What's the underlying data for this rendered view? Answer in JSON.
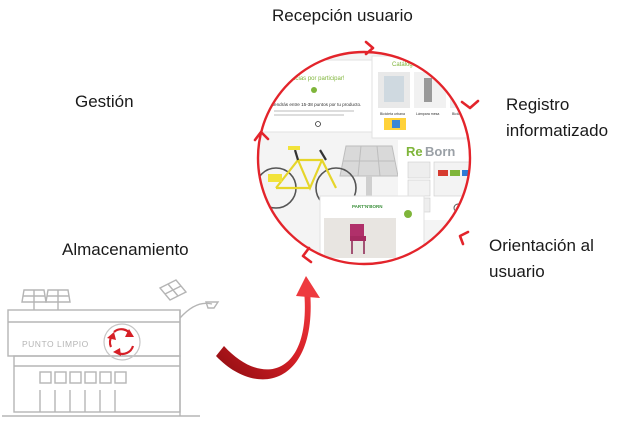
{
  "diagram": {
    "stages": {
      "recepcion": "Recepción usuario",
      "registro_line1": "Registro",
      "registro_line2": "informatizado",
      "orientacion_line1": "Orientación al",
      "orientacion_line2": "usuario",
      "almacenamiento": "Almacenamiento",
      "gestion": "Gestión"
    },
    "punto_limpio": {
      "sign": "PUNTO LIMPIO"
    },
    "screens": {
      "top_left_heading": "¡Gracias por participar!",
      "top_left_body": "Obtendrás entre 15-38 puntos por tu producto.",
      "catalog_title": "Catálogo",
      "reborn_logo_a": "Re",
      "reborn_logo_b": "Born",
      "small_card_1": "Bicicleta urbana",
      "small_card_2": "Lámpara mesa",
      "small_card_3": "Bicicleta",
      "partner_logo": "PART'N'BORN"
    },
    "colors": {
      "cycle_ring": "#e3242b",
      "arrow_red": "#d61f26",
      "arrow_dark": "#9b0f14",
      "line_gray": "#b5b5b5",
      "bike_yellow": "#f2e33a",
      "reborn_green": "#7fb53a"
    }
  }
}
